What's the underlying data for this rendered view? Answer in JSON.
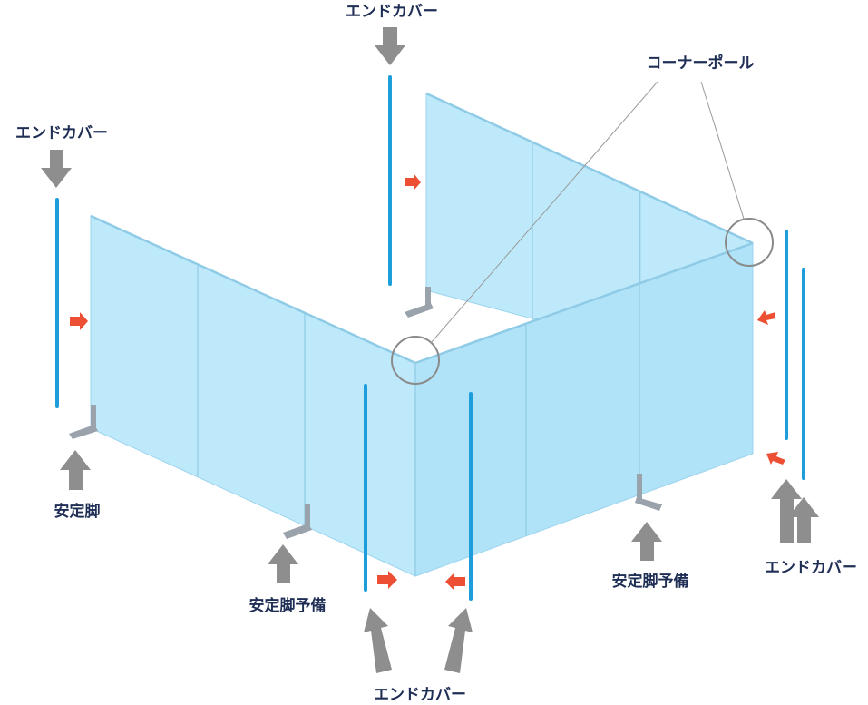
{
  "labels": {
    "end_cover": "エンドカバー",
    "corner_pole": "コーナーポール",
    "stabilizer": "安定脚",
    "stabilizer_spare": "安定脚予備"
  },
  "colors": {
    "panel": "#bde9fa",
    "end_cover": "#1e9ddb",
    "label_text": "#1f2e55",
    "pointer_arrow": "#8e8e8e",
    "insert_arrow": "#ec4f33"
  }
}
